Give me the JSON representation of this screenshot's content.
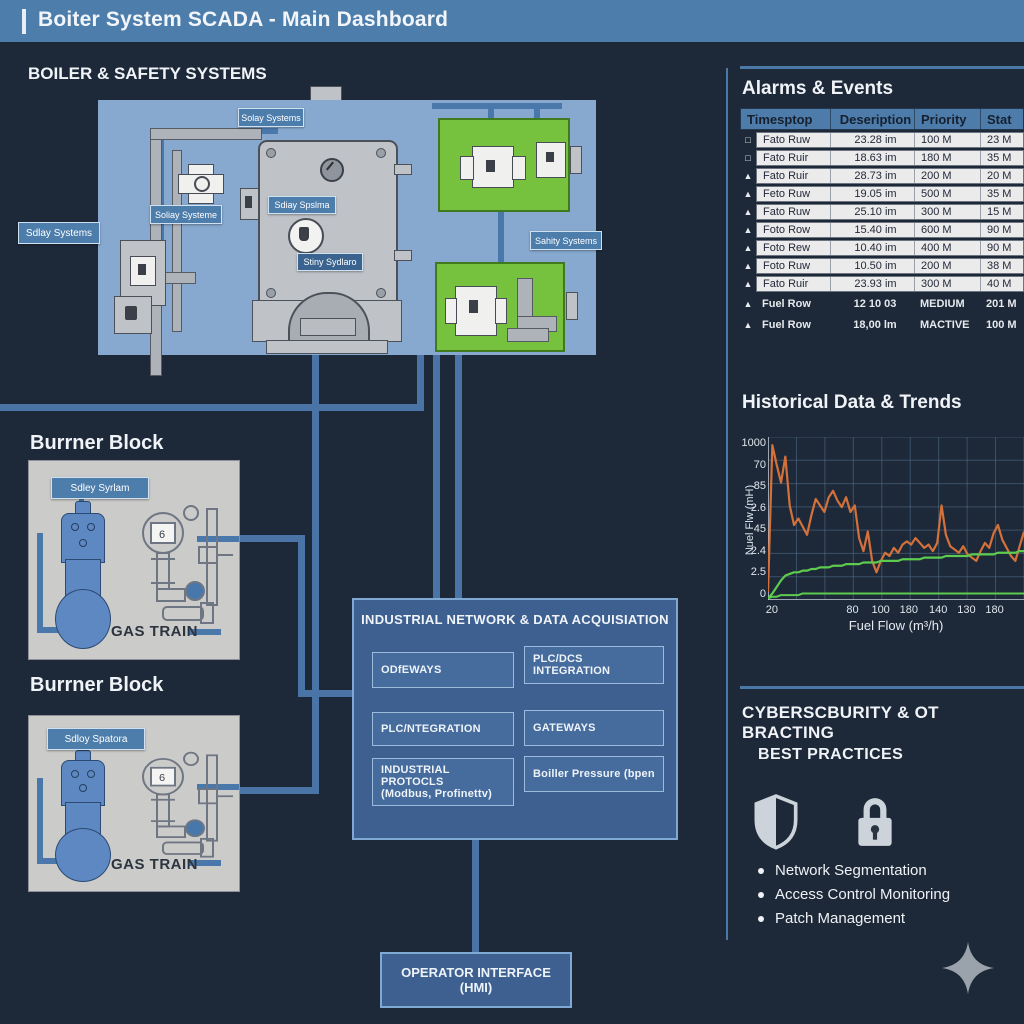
{
  "header": {
    "title": "Boiter System SCADA - Main Dashboard"
  },
  "boiler": {
    "title": "BOILER & SAFETY SYSTEMS",
    "label_top": "Solay Systems",
    "label_mid": "Soliay Systeme",
    "label_vessel": "Sdiay Spslma",
    "label_vessel2": "Stiny Sydlaro",
    "label_right": "Sahity Systems",
    "label_outside": "Sdlay Systems"
  },
  "burner1": {
    "title": "Burrner Block",
    "label": "Sdley Syrlam",
    "caption": "GAS TRAIN"
  },
  "burner2": {
    "title": "Burrner Block",
    "label": "Sdloy Spatora",
    "caption": "GAS TRAIN"
  },
  "network": {
    "title": "INDUSTRIAL NETWORK & DATA ACQUISIATION",
    "buttons": [
      {
        "label": "ODfEWAYS"
      },
      {
        "label": "PLC/DCS INTEGRATION"
      },
      {
        "label": "PLC/NTEGRATION"
      },
      {
        "label": "GATEWAYS"
      },
      {
        "label": "INDUSTRIAL PROTOCLS",
        "label2": "(Modbus, Profinettv)"
      },
      {
        "label": "Boiller Pressure (bpen"
      }
    ]
  },
  "operator": {
    "line1": "OPERATOR INTERFACE",
    "line2": "(HMI)"
  },
  "alarms": {
    "title": "Alarms & Events",
    "columns": [
      "Timesptop",
      "Deseription",
      "Priority",
      "Stat"
    ],
    "rows": [
      {
        "icon": "□",
        "ts": "Fato Ruw",
        "desc": "23.28 im",
        "priority": "100 M",
        "status": "23 M"
      },
      {
        "icon": "□",
        "ts": "Fato Ruir",
        "desc": "18.63 im",
        "priority": "180 M",
        "status": "35 M"
      },
      {
        "icon": "▲",
        "ts": "Fato Ruir",
        "desc": "28.73 im",
        "priority": "200 M",
        "status": "20 M"
      },
      {
        "icon": "▲",
        "ts": "Feto Ruw",
        "desc": "19.05 im",
        "priority": "500 M",
        "status": "35 M"
      },
      {
        "icon": "▲",
        "ts": "Fato Ruw",
        "desc": "25.10 im",
        "priority": "300 M",
        "status": "15 M"
      },
      {
        "icon": "▲",
        "ts": "Foto Row",
        "desc": "15.40 im",
        "priority": "600 M",
        "status": "90 M"
      },
      {
        "icon": "▲",
        "ts": "Foto Rew",
        "desc": "10.40 im",
        "priority": "400 M",
        "status": "90 M"
      },
      {
        "icon": "▲",
        "ts": "Foto Ruw",
        "desc": "10.50 im",
        "priority": "200 M",
        "status": "38 M"
      },
      {
        "icon": "▲",
        "ts": "Fato Ruir",
        "desc": "23.93 im",
        "priority": "300 M",
        "status": "40 M"
      },
      {
        "icon": "▲",
        "ts": "Fuel Row",
        "desc": "12 10 03",
        "priority": "MEDIUM",
        "status": "201 M"
      },
      {
        "icon": "▲",
        "ts": "Fuel Row",
        "desc": "18,00 lm",
        "priority": "MACTIVE",
        "status": "100 M"
      }
    ]
  },
  "chart_data": {
    "type": "line",
    "title": "Historical Data & Trends",
    "xlabel": "Fuel Flow (m³/h)",
    "ylabel": "Nuel Flw (mH)",
    "y_ticks": [
      "1000",
      "70",
      "85",
      "2.6",
      "45",
      "2.4",
      "2.5",
      "0"
    ],
    "x_ticks": [
      {
        "label": "20",
        "x": 0.015
      },
      {
        "label": "80",
        "x": 0.33
      },
      {
        "label": "100",
        "x": 0.44
      },
      {
        "label": "180",
        "x": 0.55
      },
      {
        "label": "140",
        "x": 0.665
      },
      {
        "label": "130",
        "x": 0.775
      },
      {
        "label": "180",
        "x": 0.885
      }
    ],
    "grid": true,
    "legend": "none",
    "series": [
      {
        "name": "fuel-flow-orange",
        "color": "#d4713b",
        "width": 2.2,
        "values": [
          5,
          95,
          83,
          72,
          88,
          58,
          46,
          50,
          45,
          40,
          52,
          62,
          58,
          54,
          63,
          67,
          61,
          57,
          63,
          54,
          58,
          38,
          30,
          42,
          24,
          17,
          24,
          29,
          27,
          32,
          29,
          34,
          36,
          34,
          38,
          35,
          32,
          34,
          30,
          35,
          58,
          40,
          33,
          31,
          29,
          33,
          28,
          26,
          24,
          30,
          35,
          32,
          41,
          46,
          37,
          32,
          27,
          24,
          33,
          42
        ]
      },
      {
        "name": "trend-green-rising",
        "color": "#5dcb4d",
        "width": 2.2,
        "values": [
          1,
          4,
          8,
          12,
          15,
          16,
          17,
          17,
          18,
          18,
          19,
          19,
          20,
          20,
          20,
          21,
          21,
          21,
          22,
          22,
          22,
          22,
          23,
          23,
          23,
          23,
          24,
          24,
          24,
          24,
          24,
          25,
          25,
          25,
          25,
          25,
          26,
          26,
          26,
          26,
          26,
          27,
          27,
          27,
          27,
          27,
          27,
          28,
          28,
          28,
          28,
          28,
          28,
          29,
          29,
          29,
          29,
          29,
          30,
          30
        ]
      },
      {
        "name": "trend-green-flat",
        "color": "#5dcb4d",
        "width": 2,
        "values": [
          1,
          2,
          2,
          3,
          3,
          3,
          3,
          3,
          4,
          4,
          4,
          4,
          4,
          4,
          4,
          4,
          4,
          4,
          4,
          4,
          4,
          4,
          4,
          4,
          4,
          4,
          4,
          4,
          4,
          4,
          4,
          4,
          4,
          4,
          4,
          4,
          4,
          4,
          4,
          4,
          4,
          4,
          4,
          4,
          4,
          4,
          4,
          4,
          4,
          4,
          4,
          4,
          4,
          4,
          4,
          4,
          4,
          4,
          4,
          4
        ]
      }
    ]
  },
  "security": {
    "title": "CYBERSCBURITY & OT BRACTING",
    "subtitle": "BEST PRACTICES",
    "bullets": [
      "Network Segmentation",
      "Access Control Monitoring",
      "Patch Management"
    ]
  },
  "colors": {
    "accent": "#4d7dab",
    "panel_blue": "#87a9cf",
    "safety_green": "#76c13e",
    "line_orange": "#d4713b",
    "line_green": "#5dcb4d",
    "background": "#1d2938"
  }
}
